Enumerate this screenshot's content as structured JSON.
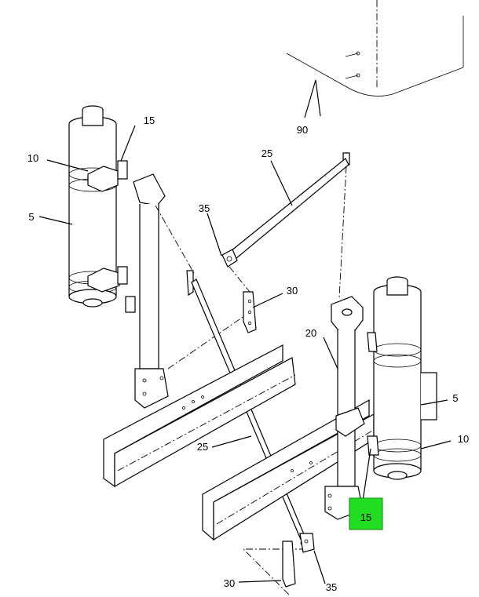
{
  "callouts": {
    "c5_left": "5",
    "c10_left": "10",
    "c15_left": "15",
    "c25_top": "25",
    "c35_top": "35",
    "c30_mid": "30",
    "c20": "20",
    "c5_right": "5",
    "c10_right": "10",
    "c25_low": "25",
    "c15_right_highlight": "15",
    "c30_bottom": "30",
    "c35_bottom": "35",
    "c90": "90"
  },
  "colors": {
    "highlight": "#22dd22",
    "line": "#000000"
  },
  "highlighted_item": "15"
}
